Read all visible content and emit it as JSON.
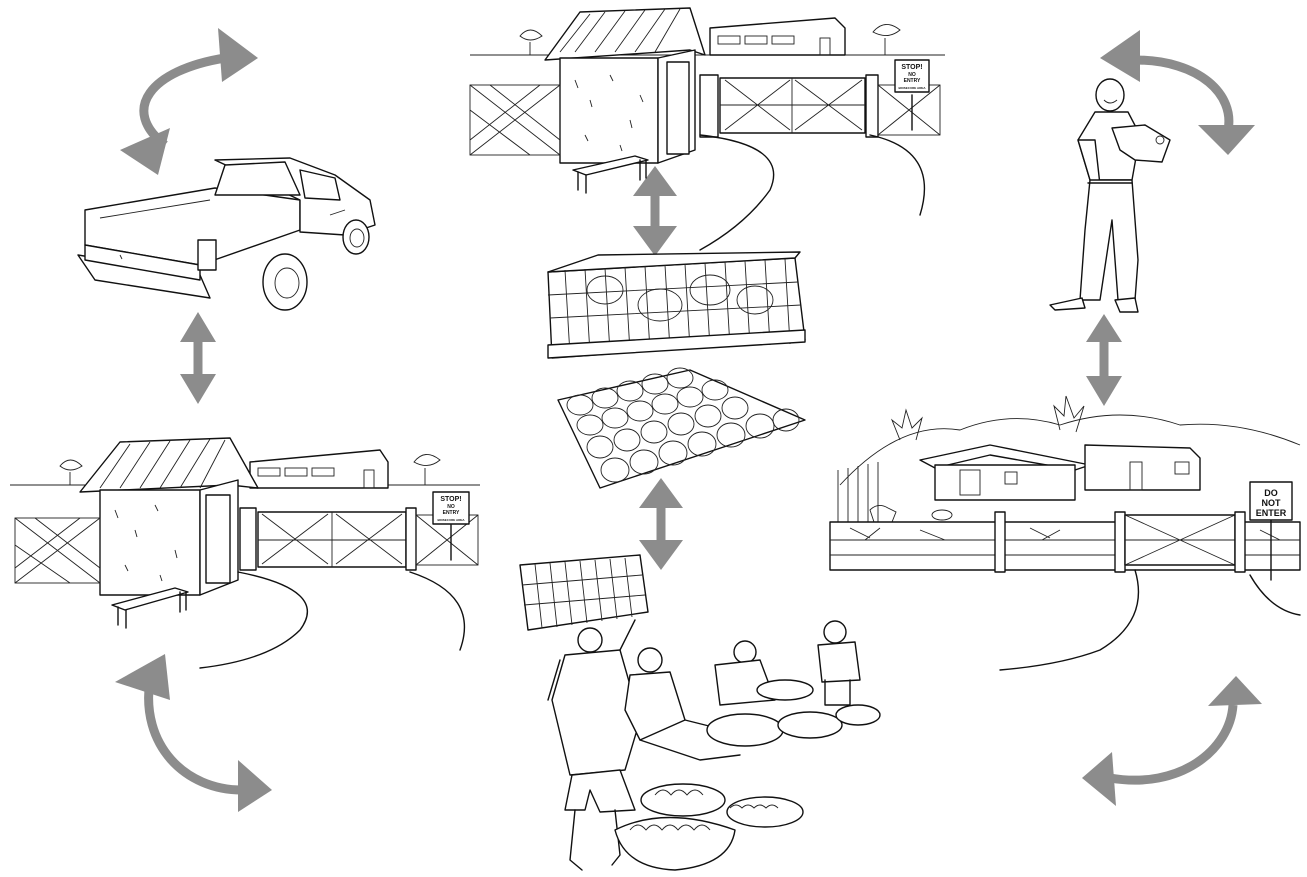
{
  "signs": {
    "top_gate": {
      "line1": "STOP!",
      "line2": "NO",
      "line3": "ENTRY",
      "line4": "BIOSECURE AREA"
    },
    "left_gate": {
      "line1": "STOP!",
      "line2": "NO",
      "line3": "ENTRY",
      "line4": "BIOSECURE AREA"
    },
    "right_farm": {
      "line1": "DO",
      "line2": "NOT",
      "line3": "ENTER"
    }
  },
  "colors": {
    "arrow": "#8c8c8c",
    "line": "#111111",
    "background": "#ffffff"
  }
}
